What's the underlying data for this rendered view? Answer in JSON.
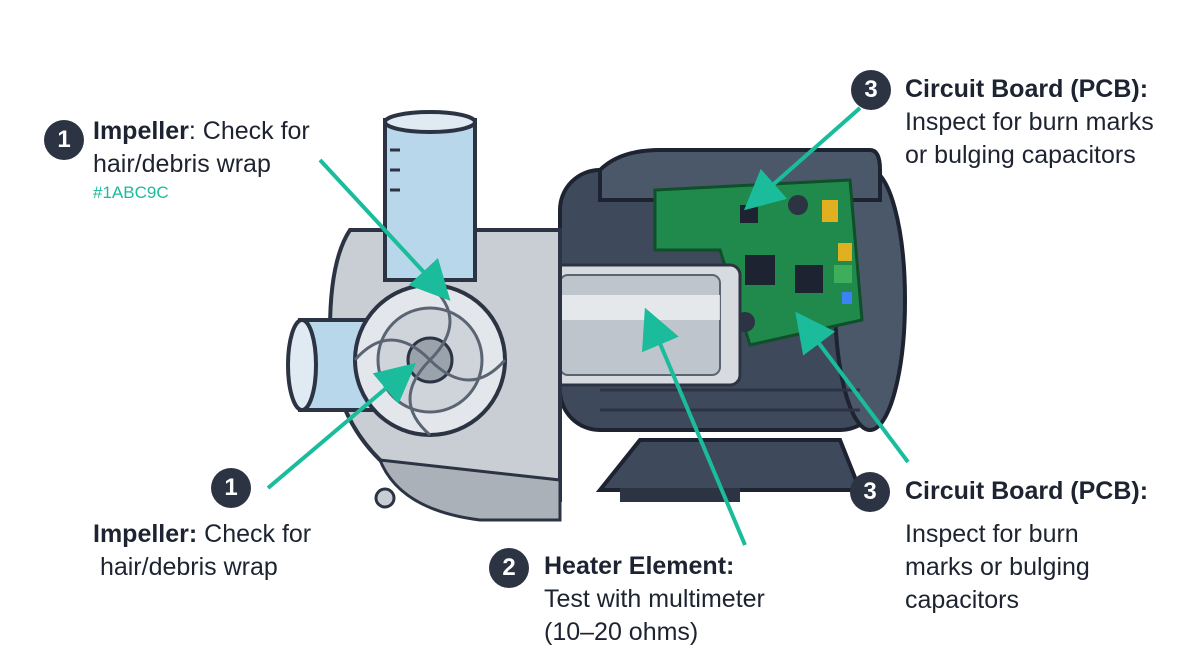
{
  "colors": {
    "accent": "#1ABC9C",
    "badge": "#2C3444",
    "motor": "#3E4A5B",
    "pcb": "#1F8A4C",
    "metal": "#C9CED4"
  },
  "callouts": [
    {
      "number": "1",
      "title": "Impeller",
      "sep": ":",
      "desc_line1": " Check for",
      "desc_line2": "hair/debris wrap",
      "hex": "#1ABC9C"
    },
    {
      "number": "3",
      "title": "Circuit Board (PCB):",
      "desc_line1": "Inspect for burn marks",
      "desc_line2": "or bulging capacitors"
    },
    {
      "number": "1",
      "title": "Impeller:",
      "desc_line1": " Check for",
      "desc_line2": " hair/debris wrap"
    },
    {
      "number": "2",
      "title": "Heater Element:",
      "desc_line1": "Test with multimeter",
      "desc_line2": "(10–20 ohms)"
    },
    {
      "number": "3",
      "title": "Circuit Board (PCB):",
      "desc_line1": "Inspect for burn",
      "desc_line2": "marks or bulging",
      "desc_line3": "capacitors"
    }
  ]
}
